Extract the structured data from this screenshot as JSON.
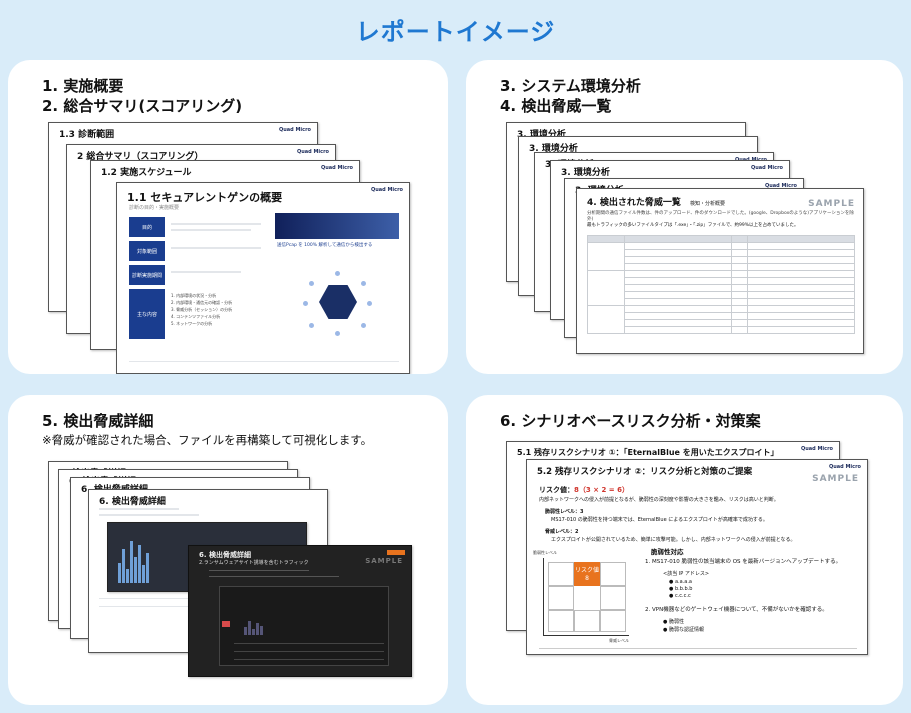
{
  "page_title": "レポートイメージ",
  "card1": {
    "heading_1": "1. 実施概要",
    "heading_2": "2. 総合サマリ(スコアリング)",
    "sheet_titles": [
      "1.3 診断範囲",
      "2 総合サマリ（スコアリング）",
      "1.2 実施スケジュール",
      "1.1 セキュアレントゲンの概要"
    ],
    "main_subtitle": "診断の目的・実施概要",
    "logo": "Quad Micro",
    "boxes": [
      "目的",
      "対象範囲",
      "診断実施期間",
      "主な内容"
    ],
    "banner_caption": "送信Pcap を 100% 解析して通信から検出する",
    "list_items": [
      "1. 内部環境の状況・分析",
      "2. 内部環境・通信元の確認・分析",
      "3. 脅威分析（セッション）の分析",
      "4. コンテンツファイル分析",
      "5. ネットワークの分析"
    ]
  },
  "card2": {
    "heading_1": "3. システム環境分析",
    "heading_2": "4. 検出脅威一覧",
    "sheet_titles": [
      "3. 環境分析",
      "3. 環境分析",
      "3. 環境分析",
      "3. 環境分析",
      "3. 環境分析"
    ],
    "main_title": "4. 検出された脅威一覧",
    "main_title_suffix": "検知・分析概要",
    "main_desc": "分析期間の通信ファイル件数は、件のアップロード、件のダウンロードでした。(google、Dropboxのような)アプリケーションを除外)",
    "main_desc_2": "最もトラフィックの多いファイルタイプは「.exe」・「.zip」ファイルで、約99%以上を占めていました。",
    "sample": "SAMPLE",
    "logo": "Quad Micro"
  },
  "card3": {
    "heading": "5. 検出脅威詳細",
    "note": "※脅威が確認された場合、ファイルを再構築して可視化します。",
    "sheet_titles": [
      "6. 検出脅威詳細",
      "6. 検出脅威詳細",
      "6. 検出脅威詳細",
      "6. 検出脅威詳細"
    ],
    "dark_title": "6. 検出脅威詳細",
    "dark_subtitle": "2.ランサムウェアサイト誘導を含むトラフィック",
    "sample": "SAMPLE"
  },
  "card4": {
    "heading": "6. シナリオベースリスク分析・対策案",
    "back_title": "5.1 残存リスクシナリオ ①：「EternalBlue を用いたエクスプロイト」",
    "front_title": "5.2 残存リスクシナリオ ②：リスク分析と対策のご提案",
    "logo": "Quad Micro",
    "sample": "SAMPLE",
    "risk_label": "リスク値：",
    "risk_value": "8（3 × 2 = 6）",
    "risk_desc": "内部ネットワークへの侵入が前提となるが、脆弱性の深刻度や影響の大きさを鑑み、リスクは高いと判断。",
    "vuln_level": "脆弱性レベル：3",
    "vuln_desc": "MS17-010 の脆弱性を持つ端末では、EternalBlue によるエクスプロイトが高確率で成功する。",
    "threat_level": "脅威レベル：2",
    "threat_desc": "エクスプロイトが公開されているため、簡単に攻撃可能。しかし、内部ネットワークへの侵入が前提となる。",
    "counter_title": "脆弱性対応",
    "counter_1": "1. MS17-010 脆弱性の該当端末の OS を最新バージョンへアップデートする。",
    "ip_label": "<該当 IP アドレス>",
    "ips": [
      "a.a.a.a",
      "b.b.b.b",
      "c.c.c.c"
    ],
    "counter_2": "2. VPN機器などのゲートウェイ機器について、不備がないかを確認する。",
    "sub_1": "脆弱性",
    "sub_2": "脆弱な認証情報",
    "chart_ylabel": "脆弱性レベル",
    "chart_xlabel": "脅威レベル",
    "risk_cell_label": "リスク値",
    "risk_cell_value": "8"
  }
}
